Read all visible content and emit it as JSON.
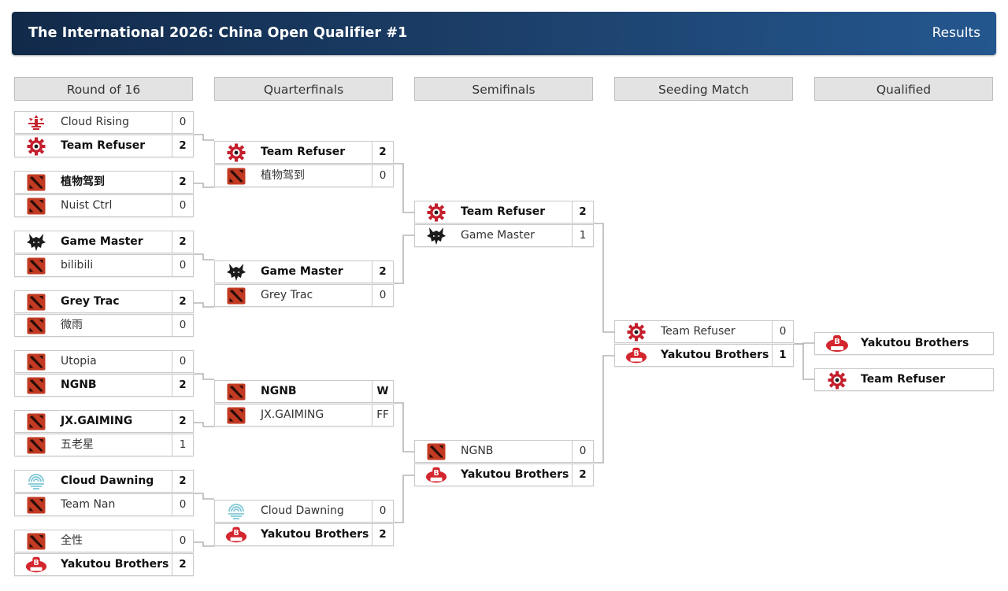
{
  "header": {
    "title": "The International 2026: China Open Qualifier #1",
    "results": "Results"
  },
  "rounds": {
    "r16": "Round of 16",
    "qf": "Quarterfinals",
    "sf": "Semifinals",
    "seed": "Seeding Match",
    "qual": "Qualified"
  },
  "teams": {
    "cloud_rising": "Cloud Rising",
    "team_refuser": "Team Refuser",
    "plant_driving": "植物驾到",
    "nuist_ctrl": "Nuist Ctrl",
    "game_master": "Game Master",
    "bilibili": "bilibili",
    "grey_trac": "Grey Trac",
    "weiyu": "微雨",
    "utopia": "Utopia",
    "ngnb": "NGNB",
    "jx_gaiming": "JX.GAIMING",
    "wulaoxing": "五老星",
    "cloud_dawning": "Cloud Dawning",
    "team_nan": "Team Nan",
    "quanxing": "全性",
    "yakutou_brothers": "Yakutou Brothers"
  },
  "scores": {
    "r16": [
      [
        "0",
        "2"
      ],
      [
        "2",
        "0"
      ],
      [
        "2",
        "0"
      ],
      [
        "2",
        "0"
      ],
      [
        "0",
        "2"
      ],
      [
        "2",
        "1"
      ],
      [
        "2",
        "0"
      ],
      [
        "0",
        "2"
      ]
    ],
    "qf": [
      [
        "2",
        "0"
      ],
      [
        "2",
        "0"
      ],
      [
        "W",
        "FF"
      ],
      [
        "0",
        "2"
      ]
    ],
    "sf": [
      [
        "2",
        "1"
      ],
      [
        "0",
        "2"
      ]
    ],
    "seed": [
      [
        "0",
        "1"
      ]
    ]
  },
  "qualified": [
    "Yakutou Brothers",
    "Team Refuser"
  ],
  "logos": {
    "cloud_rising": "cloud-rising-logo",
    "team_refuser": "refuser-gear-logo",
    "game_master": "wolf-logo",
    "cloud_dawning": "cloud-dawning-logo",
    "yakutou_brothers": "yakutou-logo",
    "default": "dota-logo"
  },
  "colors": {
    "header_start": "#122a4a",
    "header_end": "#24578f",
    "dota_red": "#c23a22",
    "refuser_red": "#c41d2b",
    "cloud_dawning_teal": "#7fc8d6"
  }
}
